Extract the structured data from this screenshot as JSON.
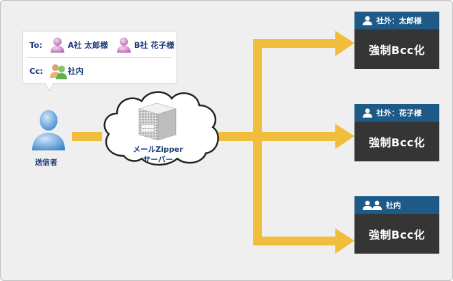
{
  "to_row": {
    "label": "To:",
    "recipients": [
      {
        "name": "A社 太郎様",
        "icon": "person-pink-icon"
      },
      {
        "name": "B社 花子様",
        "icon": "person-pink-icon"
      }
    ]
  },
  "cc_row": {
    "label": "Cc:",
    "recipients": [
      {
        "name": "社内",
        "icon": "group-icon"
      }
    ]
  },
  "sender": {
    "label": "送信者",
    "icon": "person-blue-icon"
  },
  "server": {
    "line1": "メールZipper",
    "line2": "サーバー",
    "icon": "server-cube-icon"
  },
  "recipients": [
    {
      "header": "社外：太郎様",
      "icon": "person-icon",
      "body": "強制Bcc化"
    },
    {
      "header": "社外：花子様",
      "icon": "person-icon",
      "body": "強制Bcc化"
    },
    {
      "header": "社内",
      "icon": "group-icon",
      "body": "強制Bcc化"
    }
  ],
  "colors": {
    "arrow": "#f0bd3c",
    "card_header": "#1e5a88",
    "card_body": "#353535",
    "text_blue": "#1b3b7a",
    "background": "#efefef"
  }
}
